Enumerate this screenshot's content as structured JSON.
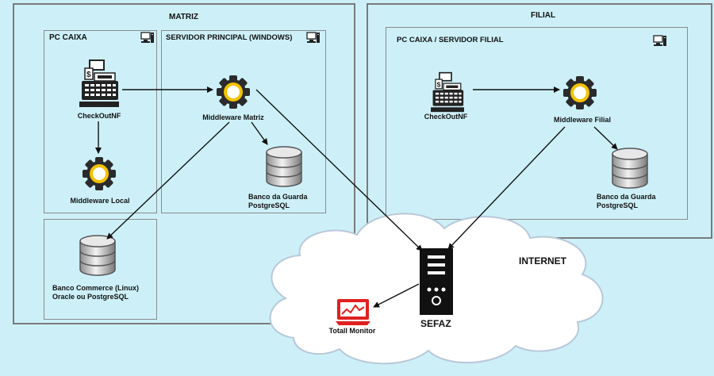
{
  "groups": {
    "matriz": "MATRIZ",
    "filial": "FILIAL",
    "pc_caixa": "PC CAIXA",
    "servidor_principal": "SERVIDOR PRINCIPAL (WINDOWS)",
    "pc_caixa_servidor_filial": "PC CAIXA  / SERVIDOR FILIAL"
  },
  "nodes": {
    "checkout_matriz": "CheckOutNF",
    "middleware_local": "Middleware Local",
    "middleware_matriz": "Middleware Matriz",
    "banco_guarda_matriz_l1": "Banco da Guarda",
    "banco_guarda_matriz_l2": "PostgreSQL",
    "banco_commerce_l1": "Banco Commerce (Linux)",
    "banco_commerce_l2": "Oracle ou PostgreSQL",
    "checkout_filial": "CheckOutNF",
    "middleware_filial": "Middleware Filial",
    "banco_guarda_filial_l1": "Banco da Guarda",
    "banco_guarda_filial_l2": "PostgreSQL",
    "internet": "INTERNET",
    "sefaz": "SEFAZ",
    "totall_monitor": "Totall Monitor"
  },
  "icons": {
    "register": "cash-register-icon",
    "gear": "gear-icon",
    "database": "database-icon",
    "server": "server-icon",
    "monitor": "monitor-icon",
    "computer": "computer-icon"
  },
  "colors": {
    "background": "#cdf0f8",
    "gear_ring": "#f2c200",
    "monitor_red": "#e02020",
    "dark": "#222222"
  }
}
